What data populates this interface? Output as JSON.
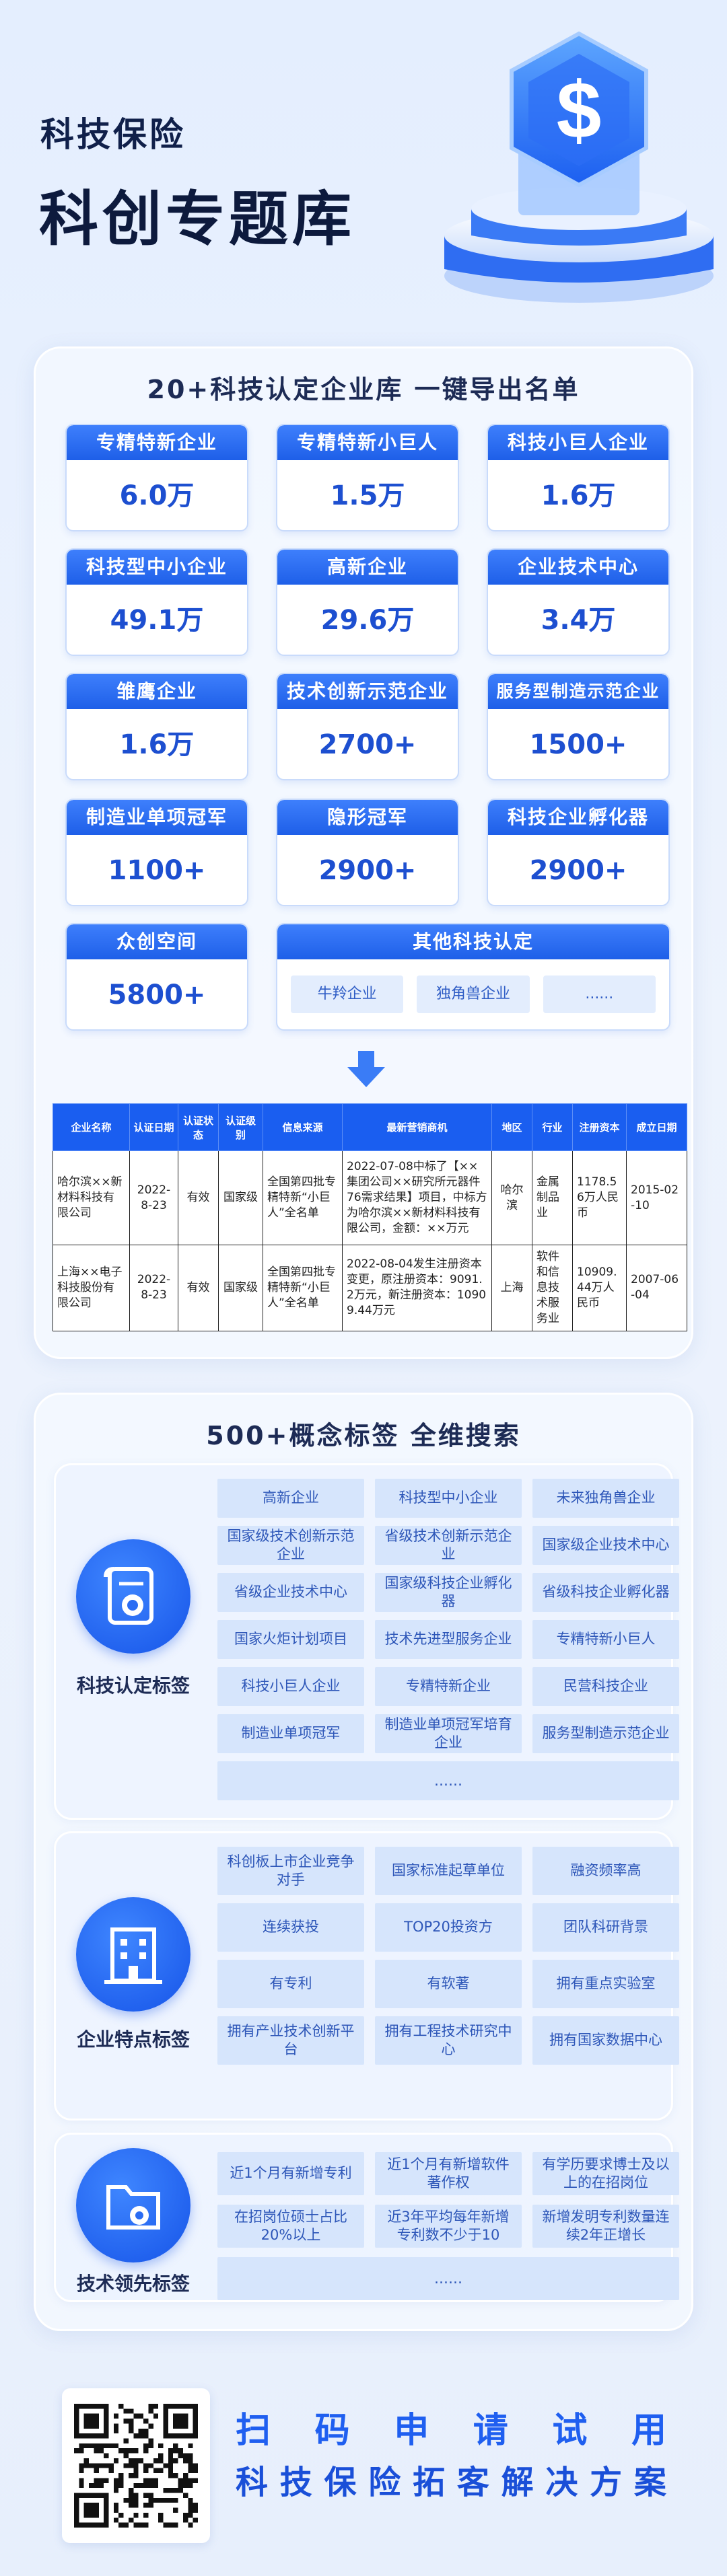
{
  "header": {
    "subtitle": "科技保险",
    "title": "科创专题库",
    "hero_symbol": "$"
  },
  "section1": {
    "title": "20+科技认定企业库  一键导出名单",
    "cards": [
      {
        "label": "专精特新企业",
        "value": "6.0万"
      },
      {
        "label": "专精特新小巨人",
        "value": "1.5万"
      },
      {
        "label": "科技小巨人企业",
        "value": "1.6万"
      },
      {
        "label": "科技型中小企业",
        "value": "49.1万"
      },
      {
        "label": "高新企业",
        "value": "29.6万"
      },
      {
        "label": "企业技术中心",
        "value": "3.4万"
      },
      {
        "label": "雏鹰企业",
        "value": "1.6万"
      },
      {
        "label": "技术创新示范企业",
        "value": "2700+"
      },
      {
        "label": "服务型制造示范企业",
        "value": "1500+"
      },
      {
        "label": "制造业单项冠军",
        "value": "1100+"
      },
      {
        "label": "隐形冠军",
        "value": "2900+"
      },
      {
        "label": "科技企业孵化器",
        "value": "2900+"
      },
      {
        "label": "众创空间",
        "value": "5800+"
      }
    ],
    "other": {
      "label": "其他科技认定",
      "chips": [
        "牛羚企业",
        "独角兽企业",
        "......"
      ]
    },
    "table": {
      "headers": [
        "企业名称",
        "认证日期",
        "认证状态",
        "认证级别",
        "信息来源",
        "最新营销商机",
        "地区",
        "行业",
        "注册资本",
        "成立日期"
      ],
      "rows": [
        [
          "哈尔滨××新材料科技有限公司",
          "2022-8-23",
          "有效",
          "国家级",
          "全国第四批专精特新“小巨人”全名单",
          "2022-07-08中标了【××集团公司××研究所元器件76需求结果】项目，中标方为哈尔滨××新材料科技有限公司，金额：××万元",
          "哈尔滨",
          "金属制品业",
          "1178.56万人民币",
          "2015-02-10"
        ],
        [
          "上海××电子科技股份有限公司",
          "2022-8-23",
          "有效",
          "国家级",
          "全国第四批专精特新“小巨人”全名单",
          "2022-08-04发生注册资本变更，原注册资本：9091.2万元，新注册资本：10909.44万元",
          "上海",
          "软件和信息技术服务业",
          "10909.44万人民币",
          "2007-06-04"
        ]
      ]
    }
  },
  "section2": {
    "title": "500+概念标签  全维搜索",
    "groups": [
      {
        "label": "科技认定标签",
        "tags": [
          "高新企业",
          "科技型中小企业",
          "未来独角兽企业",
          "国家级技术创新示范企业",
          "省级技术创新示范企业",
          "国家级企业技术中心",
          "省级企业技术中心",
          "国家级科技企业孵化器",
          "省级科技企业孵化器",
          "国家火炬计划项目",
          "技术先进型服务企业",
          "专精特新小巨人",
          "科技小巨人企业",
          "专精特新企业",
          "民营科技企业",
          "制造业单项冠军",
          "制造业单项冠军培育企业",
          "服务型制造示范企业"
        ],
        "more": "......"
      },
      {
        "label": "企业特点标签",
        "tags": [
          "科创板上市企业竞争对手",
          "国家标准起草单位",
          "融资频率高",
          "连续获投",
          "TOP20投资方",
          "团队科研背景",
          "有专利",
          "有软著",
          "拥有重点实验室",
          "拥有产业技术创新平台",
          "拥有工程技术研究中心",
          "拥有国家数据中心"
        ],
        "more": ""
      },
      {
        "label": "技术领先标签",
        "tags": [
          "近1个月有新增专利",
          "近1个月有新增软件著作权",
          "有学历要求博士及以上的在招岗位",
          "在招岗位硕士占比20%以上",
          "近3年平均每年新增专利数不少于10",
          "新增发明专利数量连续2年正增长"
        ],
        "more": "......"
      }
    ]
  },
  "footer": {
    "scan": [
      "扫",
      "码",
      "申",
      "请",
      "试",
      "用"
    ],
    "slogan": [
      "科",
      "技",
      "保",
      "险",
      "拓",
      "客",
      "解",
      "决",
      "方",
      "案"
    ]
  },
  "colors": {
    "primary": "#1e5fe8",
    "accent": "#3e7ffc",
    "tag_bg": "#d6e5fc"
  }
}
